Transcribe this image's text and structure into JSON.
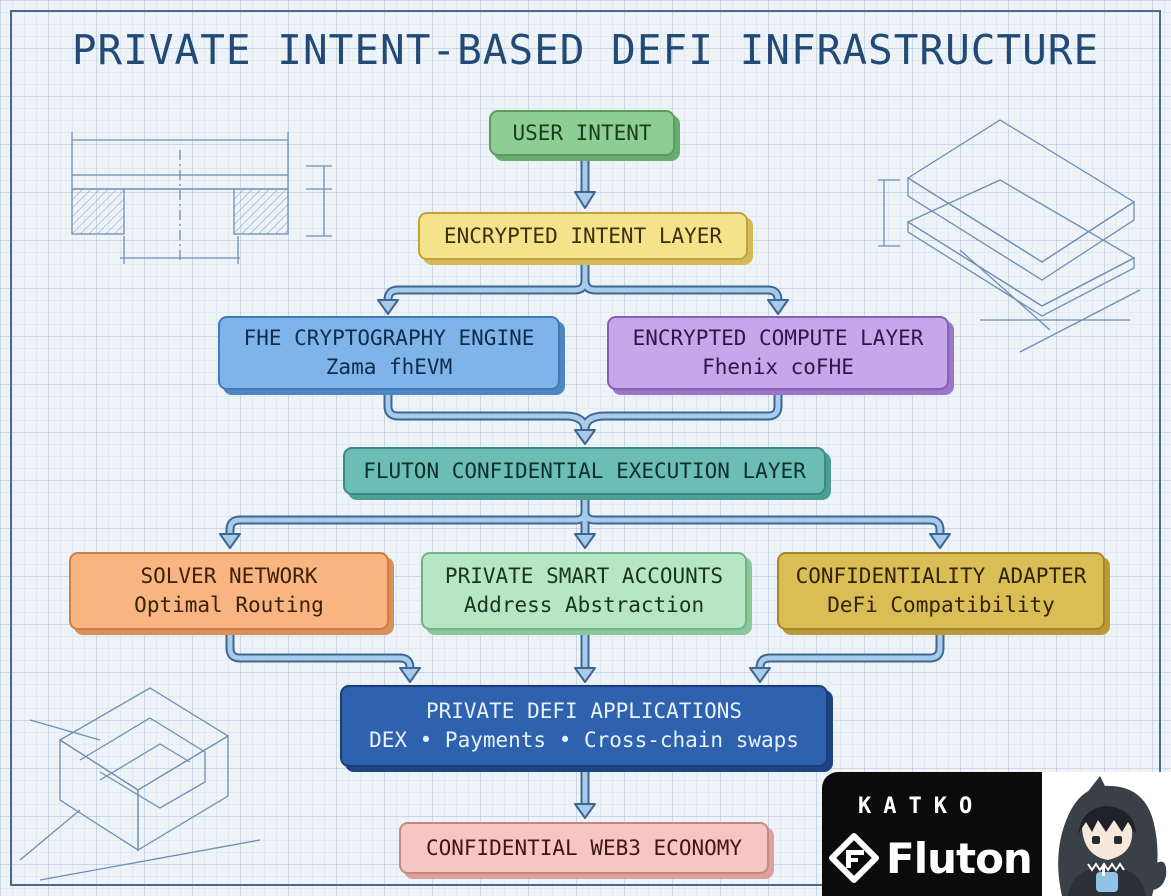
{
  "title": "PRIVATE INTENT-BASED DEFI INFRASTRUCTURE",
  "nodes": {
    "user_intent": {
      "line1": "USER INTENT"
    },
    "encrypted_intent": {
      "line1": "ENCRYPTED INTENT LAYER"
    },
    "fhe_engine": {
      "line1": "FHE CRYPTOGRAPHY ENGINE",
      "line2": "Zama fhEVM"
    },
    "encrypted_compute": {
      "line1": "ENCRYPTED COMPUTE LAYER",
      "line2": "Fhenix coFHE"
    },
    "fluton_execution": {
      "line1": "FLUTON CONFIDENTIAL EXECUTION LAYER"
    },
    "solver_network": {
      "line1": "SOLVER NETWORK",
      "line2": "Optimal Routing"
    },
    "smart_accounts": {
      "line1": "PRIVATE SMART ACCOUNTS",
      "line2": "Address Abstraction"
    },
    "confidentiality_adapter": {
      "line1": "CONFIDENTIALITY ADAPTER",
      "line2": "DeFi Compatibility"
    },
    "defi_apps": {
      "line1": "PRIVATE DEFI APPLICATIONS",
      "line2": "DEX • Payments • Cross-chain swaps"
    },
    "economy": {
      "line1": "CONFIDENTIAL WEB3 ECONOMY"
    }
  },
  "badge": {
    "tag": "KATKO",
    "brand": "Fluton"
  },
  "colors": {
    "title": "#234a76",
    "arrow": "#9bc0e3",
    "arrow_outline": "#3d6690",
    "grid": "#eef3f8"
  },
  "icons": [
    "fluton-logo-icon",
    "mascot-avatar-icon",
    "blueprint-sketch-icon"
  ]
}
